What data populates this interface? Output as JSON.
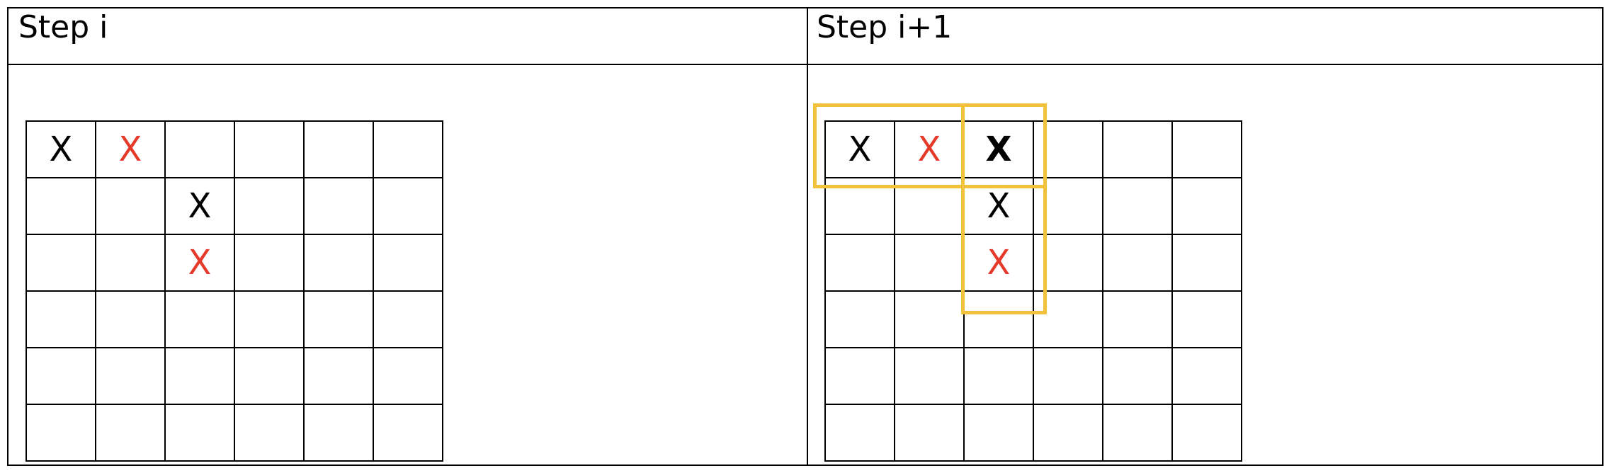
{
  "panels": [
    {
      "title": "Step i",
      "grid": [
        [
          {
            "t": "X",
            "c": "black"
          },
          {
            "t": "X",
            "c": "red"
          },
          {
            "t": "",
            "c": ""
          },
          {
            "t": "",
            "c": ""
          },
          {
            "t": "",
            "c": ""
          },
          {
            "t": "",
            "c": ""
          }
        ],
        [
          {
            "t": "",
            "c": ""
          },
          {
            "t": "",
            "c": ""
          },
          {
            "t": "X",
            "c": "black"
          },
          {
            "t": "",
            "c": ""
          },
          {
            "t": "",
            "c": ""
          },
          {
            "t": "",
            "c": ""
          }
        ],
        [
          {
            "t": "",
            "c": ""
          },
          {
            "t": "",
            "c": ""
          },
          {
            "t": "X",
            "c": "red"
          },
          {
            "t": "",
            "c": ""
          },
          {
            "t": "",
            "c": ""
          },
          {
            "t": "",
            "c": ""
          }
        ],
        [
          {
            "t": "",
            "c": ""
          },
          {
            "t": "",
            "c": ""
          },
          {
            "t": "",
            "c": ""
          },
          {
            "t": "",
            "c": ""
          },
          {
            "t": "",
            "c": ""
          },
          {
            "t": "",
            "c": ""
          }
        ],
        [
          {
            "t": "",
            "c": ""
          },
          {
            "t": "",
            "c": ""
          },
          {
            "t": "",
            "c": ""
          },
          {
            "t": "",
            "c": ""
          },
          {
            "t": "",
            "c": ""
          },
          {
            "t": "",
            "c": ""
          }
        ],
        [
          {
            "t": "",
            "c": ""
          },
          {
            "t": "",
            "c": ""
          },
          {
            "t": "",
            "c": ""
          },
          {
            "t": "",
            "c": ""
          },
          {
            "t": "",
            "c": ""
          },
          {
            "t": "",
            "c": ""
          }
        ]
      ]
    },
    {
      "title": "Step i+1",
      "grid": [
        [
          {
            "t": "X",
            "c": "black"
          },
          {
            "t": "X",
            "c": "red"
          },
          {
            "t": "X",
            "c": "black",
            "bold": true
          },
          {
            "t": "",
            "c": ""
          },
          {
            "t": "",
            "c": ""
          },
          {
            "t": "",
            "c": ""
          }
        ],
        [
          {
            "t": "",
            "c": ""
          },
          {
            "t": "",
            "c": ""
          },
          {
            "t": "X",
            "c": "black"
          },
          {
            "t": "",
            "c": ""
          },
          {
            "t": "",
            "c": ""
          },
          {
            "t": "",
            "c": ""
          }
        ],
        [
          {
            "t": "",
            "c": ""
          },
          {
            "t": "",
            "c": ""
          },
          {
            "t": "X",
            "c": "red"
          },
          {
            "t": "",
            "c": ""
          },
          {
            "t": "",
            "c": ""
          },
          {
            "t": "",
            "c": ""
          }
        ],
        [
          {
            "t": "",
            "c": ""
          },
          {
            "t": "",
            "c": ""
          },
          {
            "t": "",
            "c": ""
          },
          {
            "t": "",
            "c": ""
          },
          {
            "t": "",
            "c": ""
          },
          {
            "t": "",
            "c": ""
          }
        ],
        [
          {
            "t": "",
            "c": ""
          },
          {
            "t": "",
            "c": ""
          },
          {
            "t": "",
            "c": ""
          },
          {
            "t": "",
            "c": ""
          },
          {
            "t": "",
            "c": ""
          },
          {
            "t": "",
            "c": ""
          }
        ],
        [
          {
            "t": "",
            "c": ""
          },
          {
            "t": "",
            "c": ""
          },
          {
            "t": "",
            "c": ""
          },
          {
            "t": "",
            "c": ""
          },
          {
            "t": "",
            "c": ""
          },
          {
            "t": "",
            "c": ""
          }
        ]
      ]
    }
  ],
  "colors": {
    "black": "#000000",
    "red": "#e5392a",
    "highlight": "#f2c23d"
  }
}
